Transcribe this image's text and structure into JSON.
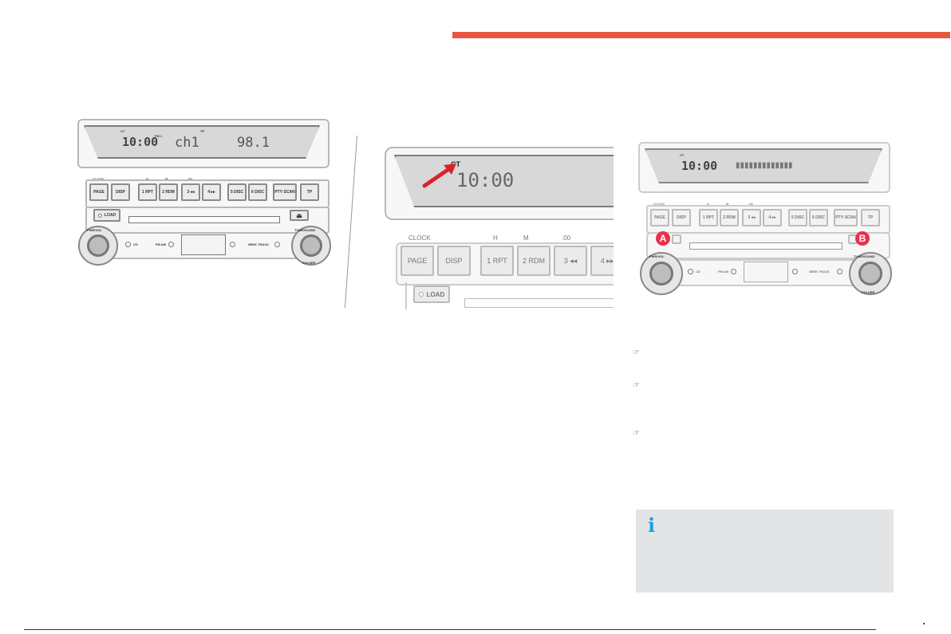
{
  "panel1": {
    "display": {
      "ct": "CT",
      "time": "10:00",
      "fm_badge": "FM 1",
      "channel": "ch1",
      "tp": "TP",
      "frequency": "98.1"
    },
    "top_labels": {
      "clock": "CLOCK",
      "h": "H",
      "m": "M",
      "zero": ":00"
    },
    "buttons": [
      "PAGE",
      "DISP",
      "1 RPT",
      "2 RDM",
      "3 ◂◂",
      "4 ▸▸",
      "5 DISC",
      "6 DISC",
      "PTY·SCAN",
      "TP"
    ],
    "load": "LOAD",
    "eject": "⏏",
    "pwr_vol": "PWR/VOL",
    "cd": "CD",
    "fm_am": "FM AM",
    "seek_track": "SEEK TRACK",
    "tune_sound": "TUNE/SOUND",
    "folder": "FOLDER"
  },
  "panel2": {
    "ct": "CT",
    "time": "10:00",
    "labels": {
      "clock": "CLOCK",
      "h": "H",
      "m": "M",
      "zero": ":00"
    },
    "buttons": [
      "PAGE",
      "DISP",
      "1 RPT",
      "2 RDM",
      "3 ◂◂",
      "4 ▸▸"
    ],
    "load": "LOAD"
  },
  "panel3": {
    "display": {
      "ct": "CT",
      "time": "10:00",
      "blocks": "▮▮▮▮▮▮▮▮▮▮▮▮▮"
    },
    "top_labels": {
      "clock": "CLOCK",
      "h": "H",
      "m": "M",
      "zero": ":00"
    },
    "buttons": [
      "PAGE",
      "DISP",
      "1 RPT",
      "2 RDM",
      "3 ◂◂",
      "4 ▸▸",
      "5 DISC",
      "6 DISC",
      "PTY·SCAN",
      "TP"
    ],
    "callout_a": "A",
    "callout_b": "B",
    "pwr_vol": "PWR/VOL",
    "cd": "CD",
    "fm_am": "FM AM",
    "seek_track": "SEEK TRACK",
    "tune_sound": "TUNE/SOUND",
    "folder": "FOLDER"
  },
  "pointers": [
    "☞",
    "☞",
    "☞"
  ],
  "info_box": {
    "icon": "i"
  },
  "colors": {
    "accent_bar": "#e8573f",
    "info_icon": "#1aa0dc",
    "callout": "#e8314a",
    "arrow": "#d8232a"
  }
}
